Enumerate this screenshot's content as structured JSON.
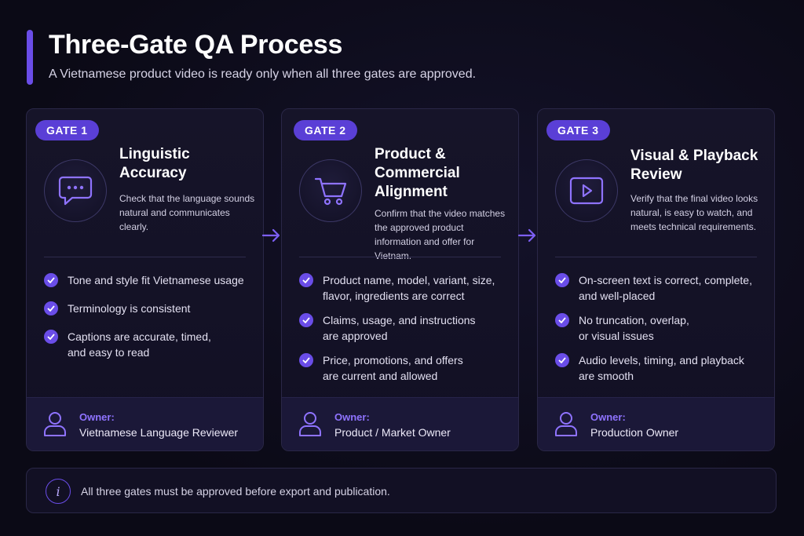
{
  "header": {
    "title": "Three-Gate QA Process",
    "subtitle": "A Vietnamese product video is ready only when all three gates are approved."
  },
  "colors": {
    "accent": "#6a4de8",
    "owner_label": "#8f73ff",
    "background": "#0b0a16"
  },
  "gates": [
    {
      "badge": "GATE 1",
      "icon": "chat-bubble-icon",
      "title": "Linguistic Accuracy",
      "description": "Check that the language sounds natural and communicates clearly.",
      "checks": [
        "Tone and style fit Vietnamese usage",
        "Terminology is consistent",
        "Captions are accurate, timed, and easy to read"
      ],
      "owner_label": "Owner:",
      "owner": "Vietnamese Language Reviewer"
    },
    {
      "badge": "GATE 2",
      "icon": "shopping-cart-icon",
      "title": "Product & Commercial Alignment",
      "description": "Confirm that the video matches the approved product information and offer for Vietnam.",
      "checks": [
        "Product name, model, variant, size, flavor, ingredients are correct",
        "Claims, usage, and instructions are approved",
        "Price, promotions, and offers are current and allowed"
      ],
      "owner_label": "Owner:",
      "owner": "Product / Market Owner"
    },
    {
      "badge": "GATE 3",
      "icon": "video-play-icon",
      "title": "Visual & Playback Review",
      "description": "Verify that the final video looks natural, is easy to watch, and meets technical requirements.",
      "checks": [
        "On-screen text is correct, complete, and well-placed",
        "No truncation, overlap, or visual issues",
        "Audio levels, timing, and playback are smooth"
      ],
      "owner_label": "Owner:",
      "owner": "Production Owner"
    }
  ],
  "footer_note": {
    "icon": "info-icon",
    "text": "All three gates must be approved before export and publication."
  }
}
